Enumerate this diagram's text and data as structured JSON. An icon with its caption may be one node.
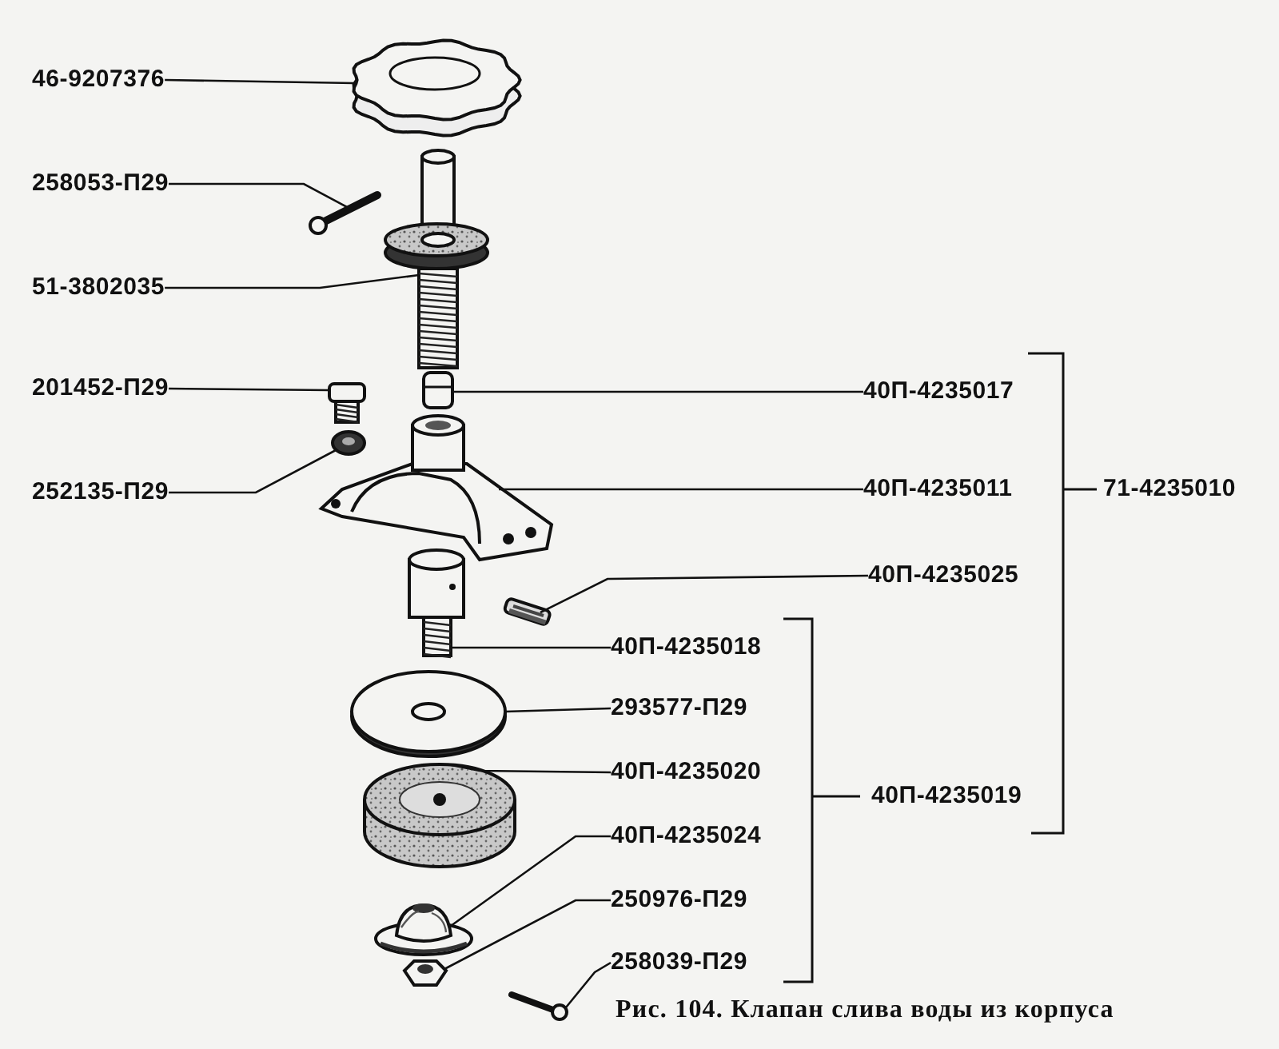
{
  "diagram": {
    "caption": "Рис. 104. Клапан слива воды из корпуса",
    "nodes": [
      {
        "text": [
          "46-9207376"
        ]
      },
      {
        "text": [
          "258053-П29"
        ]
      },
      {
        "text": [
          "51-3802035"
        ]
      },
      {
        "text": [
          "201452-П29"
        ]
      },
      {
        "text": [
          "40П-4235017"
        ]
      },
      {
        "text": [
          "252135-П29"
        ]
      },
      {
        "text": [
          "40П-4235011"
        ]
      },
      {
        "text": [
          "40П-4235025"
        ]
      },
      {
        "text": [
          "40П-4235018"
        ]
      },
      {
        "text": [
          "293577-П29"
        ]
      },
      {
        "text": [
          "40П-4235020"
        ]
      },
      {
        "text": [
          "40П-4235024"
        ]
      },
      {
        "text": [
          "250976-П29"
        ]
      },
      {
        "text": [
          "258039-П29"
        ]
      },
      {
        "text": [],
        "shape": "picture"
      },
      {
        "text": [],
        "shape": "picture"
      },
      {
        "text": [],
        "shape": "picture"
      },
      {
        "text": [],
        "shape": "picture"
      },
      {
        "text": [],
        "shape": "picture"
      },
      {
        "text": [],
        "shape": "picture"
      },
      {
        "text": [],
        "shape": "picture"
      },
      {
        "text": [],
        "shape": "picture"
      },
      {
        "text": [],
        "shape": "picture"
      },
      {
        "text": [],
        "shape": "picture"
      },
      {
        "text": [],
        "shape": "picture"
      },
      {
        "text": [],
        "shape": "picture"
      },
      {
        "text": [],
        "shape": "picture"
      },
      {
        "text": [],
        "shape": "picture"
      }
    ],
    "edges": [
      {
        "from": 0,
        "to": 14,
        "arrow": "none"
      },
      {
        "from": 1,
        "to": 15,
        "arrow": "none"
      },
      {
        "from": 2,
        "to": 16,
        "arrow": "none"
      },
      {
        "from": 3,
        "to": 17,
        "arrow": "none"
      },
      {
        "from": 4,
        "to": 18,
        "arrow": "none"
      },
      {
        "from": 5,
        "to": 19,
        "arrow": "none"
      },
      {
        "from": 6,
        "to": 20,
        "arrow": "none"
      },
      {
        "from": 7,
        "to": 21,
        "arrow": "none"
      },
      {
        "from": 8,
        "to": 22,
        "arrow": "none"
      },
      {
        "from": 9,
        "to": 23,
        "arrow": "none"
      },
      {
        "from": 10,
        "to": 24,
        "arrow": "none"
      },
      {
        "from": 11,
        "to": 25,
        "arrow": "none"
      },
      {
        "from": 12,
        "to": 26,
        "arrow": "none"
      },
      {
        "from": 13,
        "to": 27,
        "arrow": "none"
      }
    ],
    "labels": [
      "71-4235010",
      "40П-4235019"
    ]
  }
}
